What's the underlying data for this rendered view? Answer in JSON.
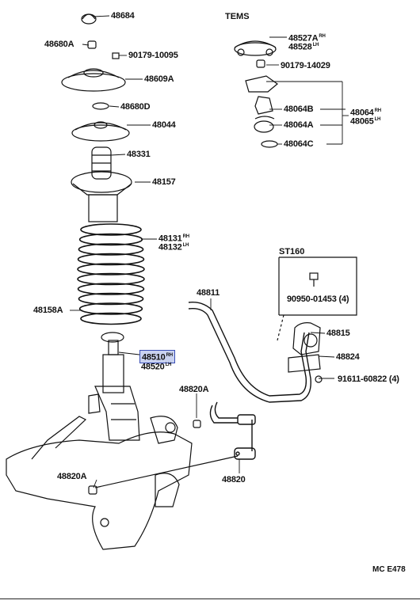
{
  "diagram": {
    "groups": {
      "tems": "TEMS",
      "st160": "ST160"
    },
    "code": "MC E478",
    "labels": {
      "p48684": "48684",
      "p48680A": "48680A",
      "p90179_10095": "90179-10095",
      "p48609A": "48609A",
      "p48680D": "48680D",
      "p48044": "48044",
      "p48331": "48331",
      "p48157": "48157",
      "p48131": "48131",
      "p48132": "48132",
      "p48158A": "48158A",
      "p48510": "48510",
      "p48520": "48520",
      "p48820A_upper": "48820A",
      "p48820A_lower": "48820A",
      "p48820": "48820",
      "p48811": "48811",
      "p48815": "48815",
      "p48824": "48824",
      "p91611": "91611-60822 (4)",
      "p90950": "90950-01453 (4)",
      "p48527A": "48527A",
      "p48528": "48528",
      "p90179_14029": "90179-14029",
      "p48064B": "48064B",
      "p48064A": "48064A",
      "p48064C": "48064C",
      "p48064": "48064",
      "p48065": "48065"
    },
    "sides": {
      "rh": "RH",
      "lh": "LH"
    }
  }
}
